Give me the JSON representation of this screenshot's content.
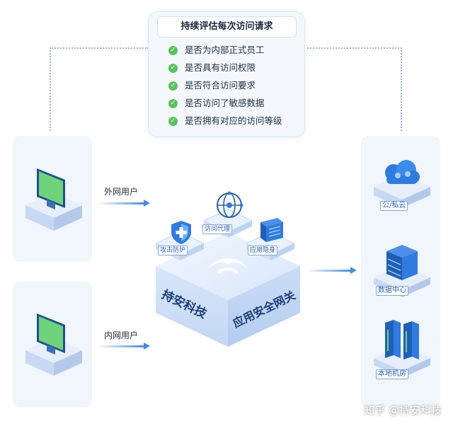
{
  "check_panel": {
    "title": "持续评估每次访问请求",
    "items": [
      "是否为内部正式员工",
      "是否具有访问权限",
      "是否符合访问要求",
      "是否访问了敏感数据",
      "是否拥有对应的访问等级"
    ]
  },
  "users": {
    "external_label": "外网用户",
    "internal_label": "内网用户"
  },
  "gateway": {
    "modules": {
      "attack_defense": "攻击防护",
      "access_proxy": "访问代理",
      "app_hiding": "应用隐身"
    },
    "brand_text": "持安科技",
    "product_text": "应用安全网关"
  },
  "resources": {
    "cloud_label": "公/私云",
    "datacenter_label": "数据中心",
    "local_room_label": "本地机房"
  },
  "watermark": "知乎 @持安科技",
  "colors": {
    "accent": "#3f8ce8",
    "check": "#5cc25d",
    "panel": "#f1f6fd",
    "gateway": "#dce9fb"
  }
}
